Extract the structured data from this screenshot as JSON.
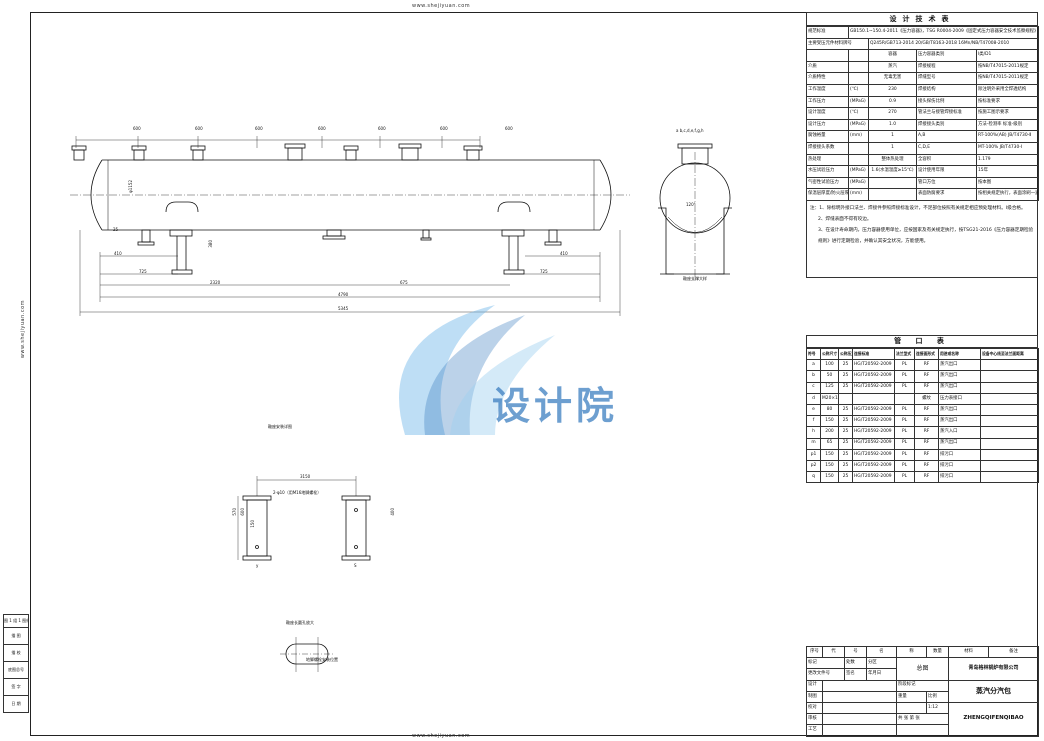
{
  "watermark": {
    "url_text": "www.shejiyuan.com",
    "logo_text": "设计院"
  },
  "tech_table": {
    "title": "设计技术表",
    "standards_label": "规范标准",
    "standards_value": "GB150.1~150.4-2011《压力容器》，TSG R0004-2009《固定式压力容器安全技术监察规程》",
    "main_parts_label": "主要受压元件材料牌号",
    "main_parts_value": "Q245R/GB713-2014   20/GB/T8163-2018   16Mn/NB/T47008-2010",
    "rows": [
      {
        "l1": "",
        "u1": "",
        "v1": "容器",
        "l2": "压力容器类别",
        "v2": "Ⅰ类/D1"
      },
      {
        "l1": "介质",
        "u1": "",
        "v1": "蒸汽",
        "l2": "焊接规程",
        "v2": "按NB/T47015-2011规定"
      },
      {
        "l1": "介质特性",
        "u1": "",
        "v1": "无毒无害",
        "l2": "焊缝型号",
        "v2": "按NB/T47015-2011规定"
      },
      {
        "l1": "工作温度",
        "u1": "(℃)",
        "v1": "230",
        "l2": "焊接结构",
        "v2": "除注明外采用全焊透结构"
      },
      {
        "l1": "工作压力",
        "u1": "(MPaG)",
        "v1": "0.9",
        "l2": "接头探伤比例",
        "v2": "按标准要求"
      },
      {
        "l1": "设计温度",
        "u1": "(℃)",
        "v1": "270",
        "l2": "管法兰与接管焊接标准",
        "v2": "按施工图示要求"
      },
      {
        "l1": "设计压力",
        "u1": "(MPaG)",
        "v1": "1.0",
        "l2": "焊接接头类别",
        "v2": "方法-检测率  标准-级别"
      },
      {
        "l1": "腐蚀裕量",
        "u1": "(mm)",
        "v1": "1",
        "l2": "A,B",
        "v2": "RT-100%(AB)  JB/T4730-Ⅱ"
      },
      {
        "l1": "焊接接头系数",
        "u1": "",
        "v1": "1",
        "l2": "C,D,E",
        "v2": "MT-100%  JB/T4730-Ⅰ"
      },
      {
        "l1": "热处理",
        "u1": "",
        "v1": "整体热处理",
        "l2": "全容积",
        "u2": "(m³)",
        "v2": "1.179"
      },
      {
        "l1": "水压试验压力",
        "u1": "(MPaG)",
        "v1": "1.6(水温温度≥15℃)",
        "l2": "设计使用年限",
        "v2": "15年"
      },
      {
        "l1": "气密性试验压力",
        "u1": "(MPaG)",
        "v1": "",
        "l2": "管口方位",
        "v2": "按本图"
      },
      {
        "l1": "保温层厚度/防火层厚度",
        "u1": "(mm)",
        "v1": "",
        "l2": "表面防腐要求",
        "v2": "按相关规定执行，表面涂刷一遍"
      }
    ],
    "notes": [
      "注：1、除标明外接口法兰、焊接件参照焊接标准设计，不足部位按照有关规定相应预处理材料。Ⅰ级合格。",
      "2、焊缝表面不得有咬边。",
      "3、在设计寿命期内，压力容器使用单位，应按国家及有关规定执行，按TSG21-2016《压力容器定期检验规则》进行定期检验，并确认其安全状况，方能使用。"
    ]
  },
  "nozzle_table": {
    "title": "管 口 表",
    "headers": [
      "符号",
      "公称尺寸",
      "公称压力",
      "连接标准",
      "法兰型式",
      "连接面形式",
      "用途或名称",
      "设备中心线至法兰面距离"
    ],
    "rows": [
      [
        "a",
        "100",
        "25",
        "HG/T20592-2009",
        "PL",
        "RF",
        "蒸汽出口",
        ""
      ],
      [
        "b",
        "50",
        "25",
        "HG/T20592-2009",
        "PL",
        "RF",
        "蒸汽出口",
        ""
      ],
      [
        "c",
        "125",
        "25",
        "HG/T20592-2009",
        "PL",
        "RF",
        "蒸汽出口",
        ""
      ],
      [
        "d",
        "M20×1.5",
        "",
        "",
        "",
        "螺纹",
        "压力表接口",
        ""
      ],
      [
        "e",
        "80",
        "25",
        "HG/T20592-2009",
        "PL",
        "RF",
        "蒸汽出口",
        ""
      ],
      [
        "f",
        "150",
        "25",
        "HG/T20592-2009",
        "PL",
        "RF",
        "蒸汽出口",
        ""
      ],
      [
        "h",
        "200",
        "25",
        "HG/T20592-2009",
        "PL",
        "RF",
        "蒸汽入口",
        ""
      ],
      [
        "m",
        "65",
        "25",
        "HG/T20592-2009",
        "PL",
        "RF",
        "蒸汽出口",
        ""
      ],
      [
        "p1",
        "150",
        "25",
        "HG/T20592-2009",
        "PL",
        "RF",
        "排污口",
        ""
      ],
      [
        "p2",
        "150",
        "25",
        "HG/T20592-2009",
        "PL",
        "RF",
        "排污口",
        ""
      ],
      [
        "q",
        "150",
        "25",
        "HG/T20592-2009",
        "PL",
        "RF",
        "排污口",
        ""
      ]
    ]
  },
  "title_block": {
    "head_cells": [
      "序号",
      "代",
      "号",
      "名",
      "称",
      "数量",
      "材料",
      "备注"
    ],
    "drawing_kind": "总图",
    "company": "青岛格林锅炉有限公司",
    "product_cn": "蒸汽分汽包",
    "product_pinyin": "ZHENGQIFENQIBAO",
    "scale_label": "比例",
    "scale_value": "1:12",
    "sheet_label": "共 张 第 张",
    "row_labels": [
      "标记",
      "处数",
      "分区",
      "更改文件号",
      "签名",
      "年月日"
    ],
    "left_labels": [
      "设计",
      "制图",
      "校对",
      "审核",
      "工艺",
      "批准"
    ],
    "stage_label": "阶段标记",
    "weight_label": "重量",
    "ratio_label": "比例"
  },
  "left_strip": {
    "items": [
      "图 1 组 1 图纸目录",
      "描 图",
      "描 校",
      "底图总号",
      "签 字",
      "日 期"
    ]
  },
  "main_view": {
    "top_dims": [
      "600",
      "600",
      "600",
      "600",
      "600",
      "600",
      "600"
    ],
    "overall_dims": [
      "5345",
      "4790",
      "2320",
      "675",
      "725",
      "725",
      "410",
      "410"
    ],
    "side_dims": [
      "φ1152",
      "380",
      "25"
    ],
    "nozzle_letters": "a  b,c,d,e,f,g,h",
    "side_angle": "120°",
    "side_label": "鞍座支撑大样"
  },
  "saddle_view": {
    "title": "鞍座安装详图",
    "dim_top": "3150",
    "dims": [
      "570",
      "600",
      "150",
      "400"
    ],
    "note": "2-φ10（用M16地脚螺栓）",
    "left_label": "y",
    "right_label": "S"
  },
  "slot_detail": {
    "title": "鞍座长圆孔放大",
    "note": "地脚螺栓安装位置"
  }
}
